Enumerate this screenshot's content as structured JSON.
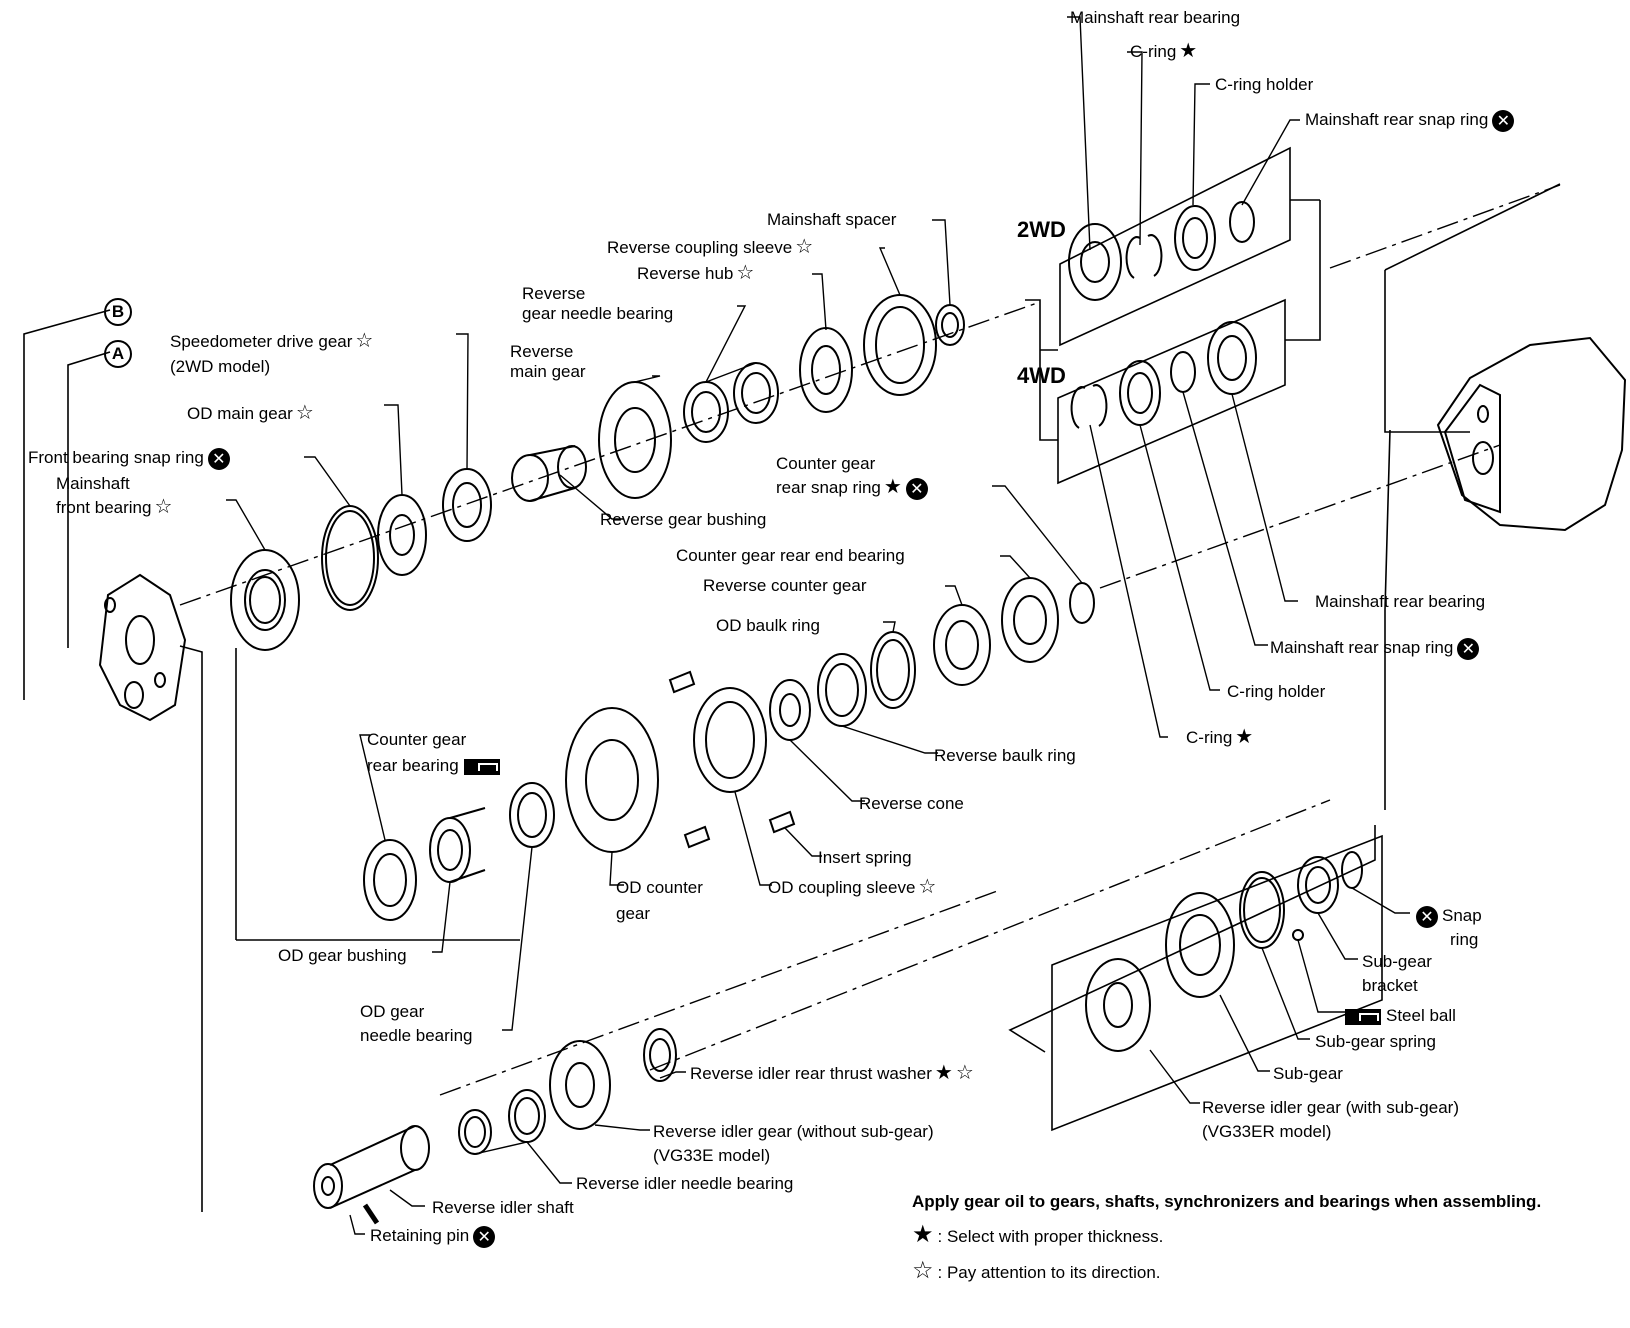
{
  "callouts": {
    "b": "B",
    "a": "A"
  },
  "sections": {
    "wd2": "2WD",
    "wd4": "4WD"
  },
  "labels": {
    "mainshaft_rear_bearing_top": "Mainshaft rear bearing",
    "c_ring_top": "C-ring",
    "c_ring_holder_top": "C-ring holder",
    "mainshaft_rear_snap_ring_top": "Mainshaft rear snap ring",
    "mainshaft_spacer": "Mainshaft spacer",
    "reverse_coupling_sleeve": "Reverse coupling sleeve",
    "reverse_hub": "Reverse hub",
    "reverse_gear_needle_bearing_1": "Reverse",
    "reverse_gear_needle_bearing_2": "gear needle bearing",
    "reverse_main_gear_1": "Reverse",
    "reverse_main_gear_2": "main gear",
    "speedometer_drive_gear": "Speedometer drive gear",
    "speedometer_model": "(2WD model)",
    "od_main_gear": "OD main gear",
    "front_bearing_snap_ring": "Front bearing snap ring",
    "mainshaft_front_bearing_1": "Mainshaft",
    "mainshaft_front_bearing_2": "front bearing",
    "reverse_gear_bushing": "Reverse gear bushing",
    "counter_gear_rear_snap_ring_1": "Counter gear",
    "counter_gear_rear_snap_ring_2": "rear snap ring",
    "counter_gear_rear_end_bearing": "Counter gear rear end bearing",
    "reverse_counter_gear": "Reverse counter gear",
    "od_baulk_ring": "OD baulk ring",
    "mainshaft_rear_bearing_4wd": "Mainshaft rear bearing",
    "mainshaft_rear_snap_ring_4wd": "Mainshaft rear snap ring",
    "c_ring_holder_4wd": "C-ring holder",
    "c_ring_4wd": "C-ring",
    "reverse_baulk_ring": "Reverse baulk ring",
    "reverse_cone": "Reverse cone",
    "insert_spring": "Insert spring",
    "od_coupling_sleeve": "OD coupling sleeve",
    "od_counter_gear_1": "OD counter",
    "od_counter_gear_2": "gear",
    "counter_gear_rear_bearing_1": "Counter gear",
    "counter_gear_rear_bearing_2": "rear bearing",
    "od_gear_bushing": "OD gear bushing",
    "od_gear_needle_bearing_1": "OD gear",
    "od_gear_needle_bearing_2": "needle bearing",
    "snap_ring_1": "Snap",
    "snap_ring_2": "ring",
    "sub_gear_bracket_1": "Sub-gear",
    "sub_gear_bracket_2": "bracket",
    "steel_ball": "Steel ball",
    "sub_gear_spring": "Sub-gear spring",
    "sub_gear": "Sub-gear",
    "reverse_idler_rear_thrust_washer": "Reverse idler rear thrust washer",
    "reverse_idler_gear_with_1": "Reverse idler gear (with sub-gear)",
    "reverse_idler_gear_with_2": "(VG33ER model)",
    "reverse_idler_gear_without_1": "Reverse idler gear (without  sub-gear)",
    "reverse_idler_gear_without_2": "(VG33E model)",
    "reverse_idler_needle_bearing": "Reverse idler needle bearing",
    "reverse_idler_shaft": "Reverse idler shaft",
    "retaining_pin": "Retaining pin"
  },
  "notes": {
    "apply_gear_oil": "Apply gear oil to gears, shafts, synchronizers and bearings when assembling.",
    "select_thickness": ": Select with proper thickness.",
    "pay_attention": ": Pay attention to its direction."
  },
  "symbols": {
    "star_filled": "★",
    "star_outline": "☆",
    "x_mark": "✕"
  }
}
